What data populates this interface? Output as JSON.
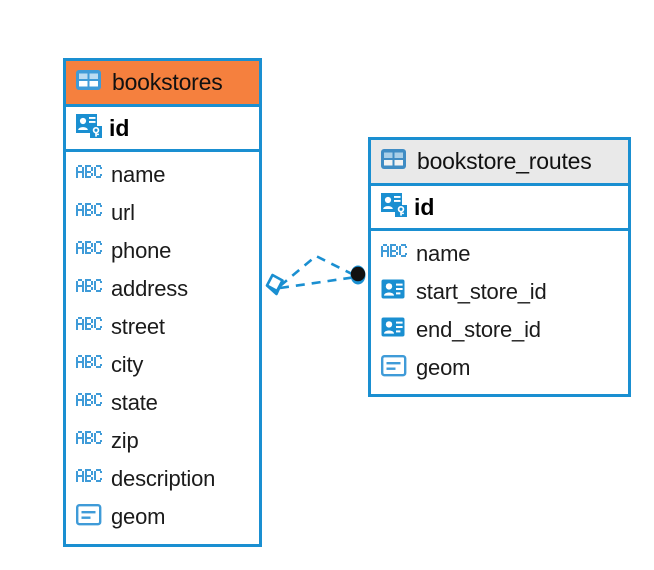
{
  "diagram": {
    "type": "entity-relationship-diagram",
    "background": "#ffffff",
    "accent_color": "#1a8fd1",
    "highlight_color": "#f5803e",
    "header_gray": "#e9e9e9"
  },
  "entities": [
    {
      "name": "bookstores",
      "header_style": "highlighted",
      "primary_key": {
        "label": "id",
        "icon": "primary-key-icon"
      },
      "fields": [
        {
          "label": "name",
          "icon": "abc-text-icon"
        },
        {
          "label": "url",
          "icon": "abc-text-icon"
        },
        {
          "label": "phone",
          "icon": "abc-text-icon"
        },
        {
          "label": "address",
          "icon": "abc-text-icon"
        },
        {
          "label": "street",
          "icon": "abc-text-icon"
        },
        {
          "label": "city",
          "icon": "abc-text-icon"
        },
        {
          "label": "state",
          "icon": "abc-text-icon"
        },
        {
          "label": "zip",
          "icon": "abc-text-icon"
        },
        {
          "label": "description",
          "icon": "abc-text-icon"
        },
        {
          "label": "geom",
          "icon": "geometry-icon"
        }
      ]
    },
    {
      "name": "bookstore_routes",
      "header_style": "default",
      "primary_key": {
        "label": "id",
        "icon": "primary-key-icon"
      },
      "fields": [
        {
          "label": "name",
          "icon": "abc-text-icon"
        },
        {
          "label": "start_store_id",
          "icon": "foreign-key-icon"
        },
        {
          "label": "end_store_id",
          "icon": "foreign-key-icon"
        },
        {
          "label": "geom",
          "icon": "geometry-icon"
        }
      ]
    }
  ],
  "relationship": {
    "style": "dashed",
    "color": "#1a8fd1",
    "source_endpoint": "diamond-endpoint",
    "target_endpoint": "filled-circle-endpoint",
    "source_entity": "bookstores",
    "target_entity": "bookstore_routes"
  }
}
